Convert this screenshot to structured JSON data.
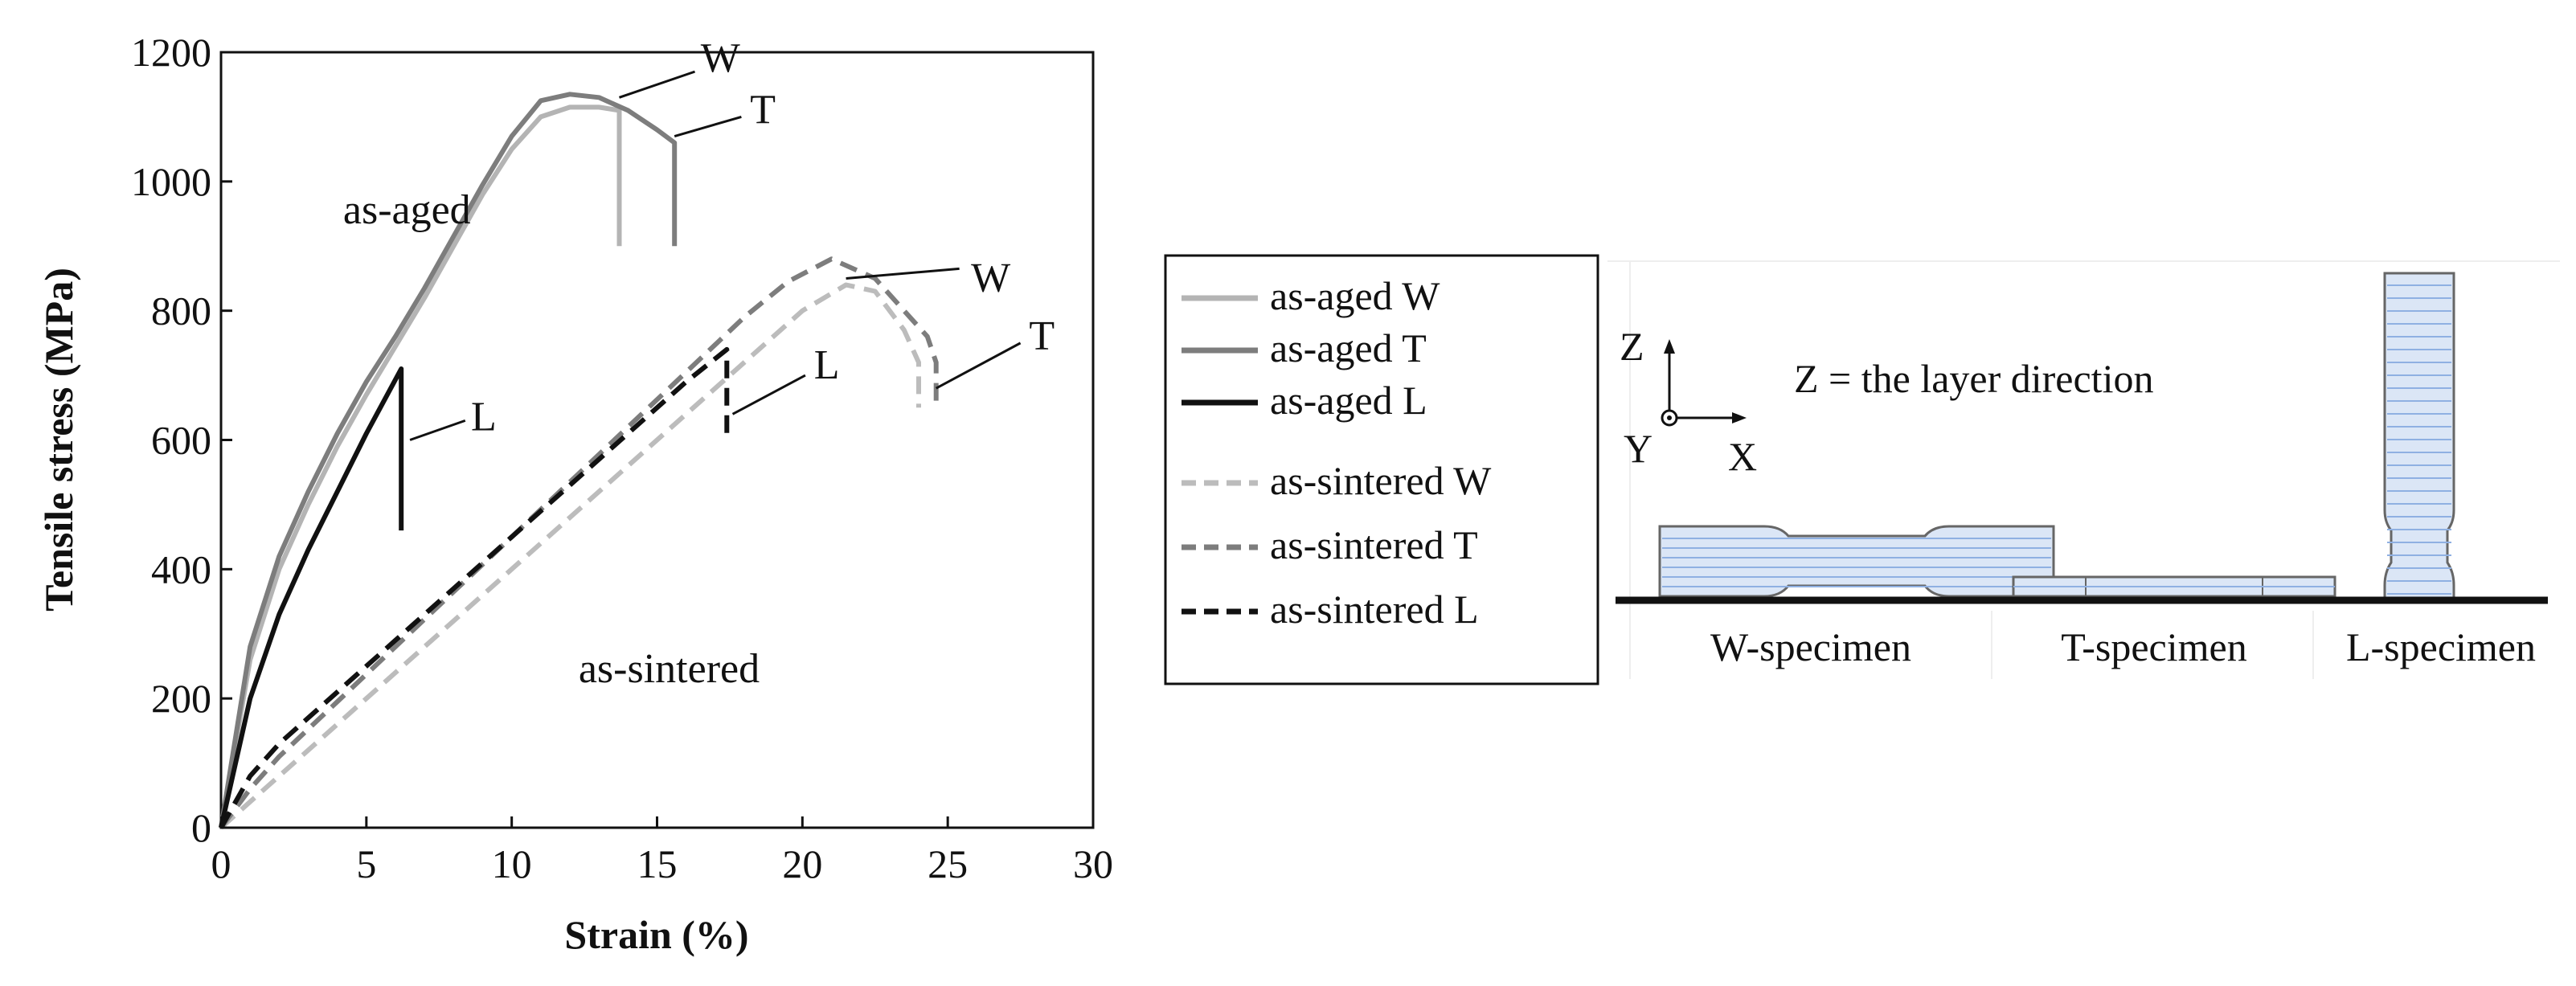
{
  "chart_data": {
    "type": "line",
    "xlabel": "Strain (%)",
    "ylabel": "Tensile stress (MPa)",
    "xlim": [
      0,
      30
    ],
    "ylim": [
      0,
      1200
    ],
    "xticks": [
      "0",
      "5",
      "10",
      "15",
      "20",
      "25",
      "30"
    ],
    "yticks": [
      "0",
      "200",
      "400",
      "600",
      "800",
      "1000",
      "1200"
    ],
    "grid": false,
    "legend_placement": "right",
    "series": [
      {
        "name": "as-aged W",
        "color": "#b4b4b4",
        "dash": "solid",
        "x": [
          0,
          1,
          2,
          3,
          4,
          5,
          6,
          7,
          8,
          9,
          10,
          11,
          12,
          13,
          13.7,
          13.7
        ],
        "y": [
          0,
          260,
          400,
          500,
          590,
          670,
          745,
          820,
          900,
          980,
          1050,
          1100,
          1115,
          1115,
          1110,
          900
        ]
      },
      {
        "name": "as-aged T",
        "color": "#7d7d7d",
        "dash": "solid",
        "x": [
          0,
          1,
          2,
          3,
          4,
          5,
          6,
          7,
          8,
          9,
          10,
          11,
          12,
          13,
          14,
          15,
          15.6,
          15.6
        ],
        "y": [
          0,
          280,
          420,
          520,
          610,
          690,
          760,
          835,
          915,
          995,
          1070,
          1125,
          1135,
          1130,
          1110,
          1080,
          1060,
          900
        ]
      },
      {
        "name": "as-aged L",
        "color": "#111111",
        "dash": "solid",
        "x": [
          0,
          1,
          2,
          3,
          4,
          5,
          6.2,
          6.2
        ],
        "y": [
          0,
          200,
          330,
          430,
          520,
          610,
          710,
          460
        ]
      },
      {
        "name": "as-sintered W",
        "color": "#bcbcbc",
        "dash": "dashed",
        "x": [
          0,
          1,
          2,
          4,
          6,
          8,
          10,
          12,
          14,
          16,
          18,
          20,
          21.5,
          22.5,
          23.5,
          24,
          24,
          24
        ],
        "y": [
          0,
          40,
          80,
          160,
          240,
          320,
          400,
          480,
          560,
          640,
          720,
          800,
          840,
          830,
          770,
          720,
          690,
          650
        ]
      },
      {
        "name": "as-sintered T",
        "color": "#7d7d7d",
        "dash": "dashed",
        "x": [
          0,
          1,
          2,
          4,
          6,
          8,
          10,
          12,
          14,
          16,
          18,
          19.5,
          21,
          22.5,
          23.5,
          24.3,
          24.6,
          24.6
        ],
        "y": [
          0,
          60,
          110,
          195,
          280,
          365,
          450,
          535,
          620,
          705,
          790,
          845,
          880,
          850,
          800,
          760,
          720,
          660
        ]
      },
      {
        "name": "as-sintered L",
        "color": "#111111",
        "dash": "dashed",
        "x": [
          0,
          1,
          2,
          4,
          6,
          8,
          10,
          12,
          14,
          16,
          17.4,
          17.4
        ],
        "y": [
          0,
          80,
          130,
          210,
          290,
          370,
          450,
          530,
          610,
          690,
          740,
          600
        ]
      }
    ],
    "annotations": [
      {
        "text": "as-aged",
        "x": 4.2,
        "y": 935
      },
      {
        "text": "as-sintered",
        "x": 12.3,
        "y": 225
      },
      {
        "text": "W",
        "x": 16.5,
        "y": 1170
      },
      {
        "text": "T",
        "x": 18.2,
        "y": 1090
      },
      {
        "text": "L",
        "x": 8.6,
        "y": 615
      },
      {
        "text": "W",
        "x": 25.8,
        "y": 830
      },
      {
        "text": "T",
        "x": 27.8,
        "y": 740
      },
      {
        "text": "L",
        "x": 20.4,
        "y": 695
      }
    ]
  },
  "legend": {
    "items": [
      {
        "label": "as-aged W",
        "color": "#b4b4b4",
        "dash": "solid"
      },
      {
        "label": "as-aged T",
        "color": "#7d7d7d",
        "dash": "solid"
      },
      {
        "label": "as-aged L",
        "color": "#111111",
        "dash": "solid"
      },
      {
        "label": "as-sintered W",
        "color": "#bcbcbc",
        "dash": "dashed"
      },
      {
        "label": "as-sintered T",
        "color": "#7d7d7d",
        "dash": "dashed"
      },
      {
        "label": "as-sintered L",
        "color": "#111111",
        "dash": "dashed"
      }
    ]
  },
  "diagram": {
    "axis_z": "Z",
    "axis_y": "Y",
    "axis_x": "X",
    "caption": "Z = the layer direction",
    "specimens": [
      {
        "label": "W-specimen"
      },
      {
        "label": "T-specimen"
      },
      {
        "label": "L-specimen"
      }
    ],
    "fill_color": "#dbe6f6",
    "line_color": "#8fb0e2"
  }
}
